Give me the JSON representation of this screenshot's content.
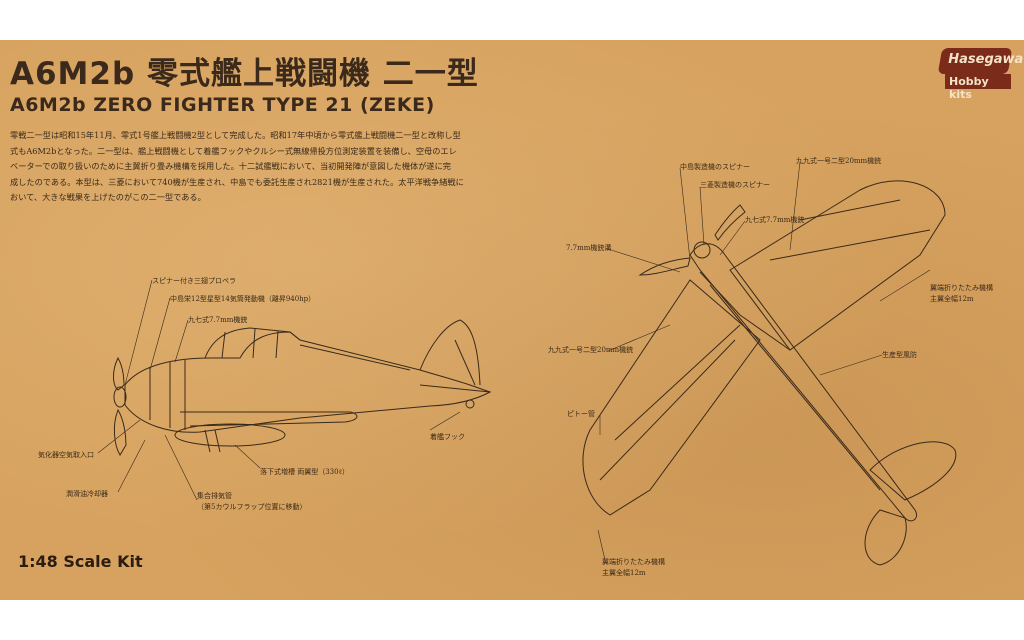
{
  "title_jp": "A6M2b 零式艦上戦闘機 二一型",
  "title_en": "A6M2b ZERO FIGHTER TYPE 21 (ZEKE)",
  "description_lines": [
    "零戦二一型は昭和15年11月、零式1号艦上戦闘機2型として完成した。昭和17年中頃から零式艦上戦闘機二一型と改称し型",
    "式もA6M2bとなった。二一型は、艦上戦闘機として着艦フックやクルシー式無線帰投方位測定装置を装備し、空母のエレ",
    "ベーターでの取り扱いのために主翼折り畳み機構を採用した。十二試艦戦において、当初開発陣が意図した機体が遂に完",
    "成したのである。本型は、三菱において740機が生産され、中島でも委託生産され2821機が生産された。太平洋戦争緒戦に",
    "おいて、大きな戦果を上げたのがこの二一型である。"
  ],
  "logo": {
    "brand": "Hasegawa",
    "sub": "Hobby kits"
  },
  "scale_text": "1:48 Scale Kit",
  "side_view_labels": {
    "propeller": "スピナー付き三翅プロペラ",
    "engine": "中島栄12型星型14気筒発動機（離昇940hp）",
    "mg77": "九七式7.7mm機銃",
    "carb_intake": "気化器空気取入口",
    "oil_cooler": "潤滑油冷却器",
    "exhaust": "集合排気管",
    "exhaust_note": "（第5カウルフラップ位置に移動）",
    "drop_tank": "落下式増槽 両翼型（330ℓ）",
    "hook": "着艦フック"
  },
  "plan_view_labels": {
    "spinner_nakajima": "中島製造機のスピナー",
    "spinner_mitsubishi": "三菱製造機のスピナー",
    "mg77": "九七式7.7mm機銃",
    "mg77_port": "7.7mm機銃溝",
    "cannon20": "九九式一号二型20mm機銃",
    "cannon20_top": "九九式一号二型20mm機銃",
    "wingfold_right": "翼端折りたたみ機構",
    "wingfold_right_span": "主翼全幅12m",
    "armor": "生産型風防",
    "pitot": "ピトー管",
    "wingfold_bottom": "翼端折りたたみ機構",
    "wingfold_bottom_span": "主翼全幅12m"
  },
  "colors": {
    "board": "#d7a25f",
    "ink": "#3a2a1a",
    "logo": "#7a2b1a"
  }
}
